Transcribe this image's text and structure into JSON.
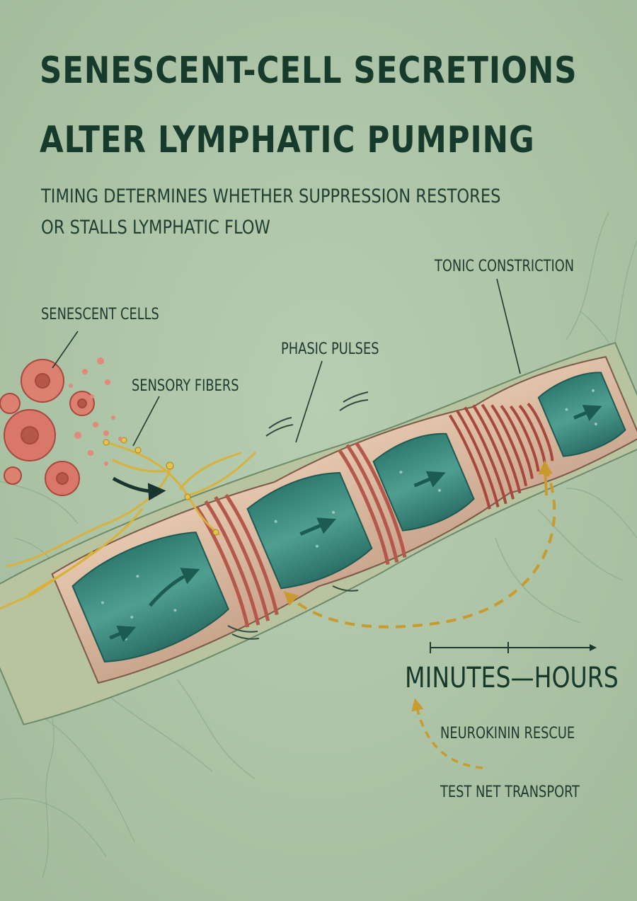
{
  "title": {
    "line1": "SENESCENT-CELL SECRETIONS",
    "line2": "ALTER LYMPHATIC PUMPING"
  },
  "subtitle": {
    "line1": "TIMING DETERMINES WHETHER SUPPRESSION RESTORES",
    "line2": "OR STALLS LYMPHATIC FLOW"
  },
  "labels": {
    "tonic_constriction": "TONIC CONSTRICTION",
    "senescent_cells": "SENESCENT CELLS",
    "phasic_pulses": "PHASIC PULSES",
    "sensory_fibers": "SENSORY FIBERS"
  },
  "timeline": {
    "label": "MINUTES—HOURS"
  },
  "notes": {
    "rescue": "NEUROKININ RESCUE",
    "transport": "TEST NET TRANSPORT"
  },
  "colors": {
    "background": "#aec5a7",
    "vessel_lumen": "#3f8c80",
    "vessel_wall": "#d9b9a0",
    "muscle_band": "#b5574a",
    "nerve_fiber": "#d8b23c",
    "senescent_cell": "#d9786a",
    "dashed_arrow": "#c99a2e",
    "text": "#173a2e"
  }
}
